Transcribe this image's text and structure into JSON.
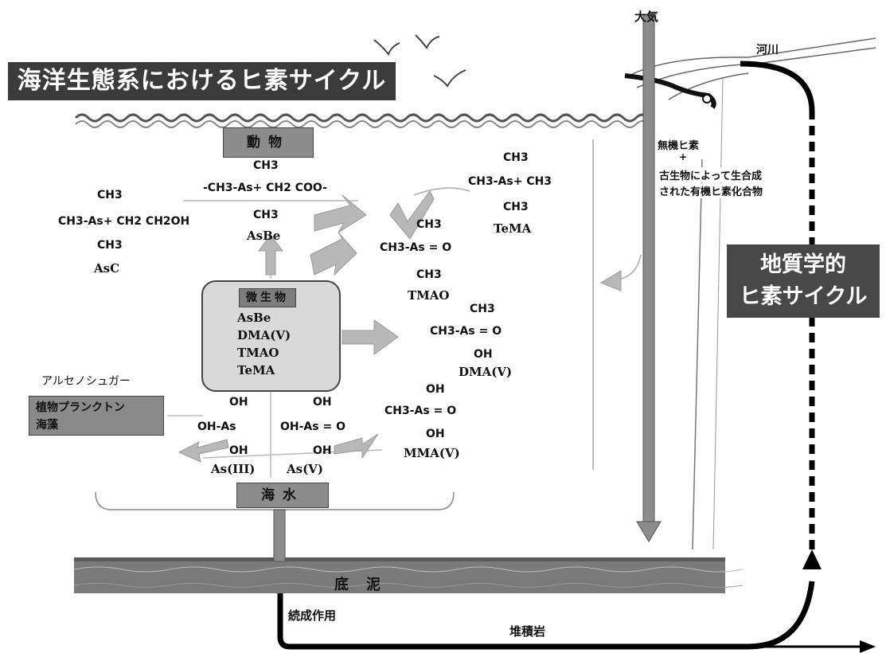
{
  "title": "海洋生態系におけるヒ素サイクル",
  "geo_cycle": [
    "地質学的",
    "ヒ素サイクル"
  ],
  "labels": {
    "atmosphere": "大気",
    "river": "河川",
    "inorganic_as": "無機ヒ素",
    "plus": "+",
    "paleo_line1": "古生物によって生合成",
    "paleo_line2": "された有機ヒ素化合物",
    "animal": "動物",
    "seawater": "海水",
    "sediment": "底泥",
    "diagenesis": "続成作用",
    "sedimentary_rock": "堆積岩",
    "arsenosugar": "アルセノシュガー",
    "plankton_line1": "植物プランクトン",
    "plankton_line2": "海藻"
  },
  "microbe": {
    "title": "微生物",
    "items": [
      "AsBe",
      "DMA(V)",
      "TMAO",
      "TeMA"
    ]
  },
  "compounds": {
    "asc": {
      "top": "CH3",
      "mid": "CH3-As+ CH2 CH2OH",
      "bot": "CH3",
      "name": "AsC"
    },
    "asbe": {
      "top": "CH3",
      "mid": "-CH3-As+ CH2 COO-",
      "bot": "CH3",
      "name": "AsBe"
    },
    "tema": {
      "top": "CH3",
      "mid": "CH3-As+ CH3",
      "bot": "CH3",
      "name": "TeMA"
    },
    "tmao": {
      "top": "CH3",
      "mid": "CH3-As = O",
      "bot": "CH3",
      "name": "TMAO"
    },
    "dma": {
      "top": "CH3",
      "mid": "CH3-As = O",
      "bot": "OH",
      "name": "DMA(V)"
    },
    "mma": {
      "top": "OH",
      "mid": "CH3-As = O",
      "bot": "OH",
      "name": "MMA(V)"
    },
    "as3": {
      "top": "OH",
      "mid": "OH-As",
      "bot": "OH",
      "name": "As(III)"
    },
    "as5": {
      "top": "OH",
      "mid": "OH-As = O",
      "bot": "OH",
      "name": "As(V)"
    }
  }
}
